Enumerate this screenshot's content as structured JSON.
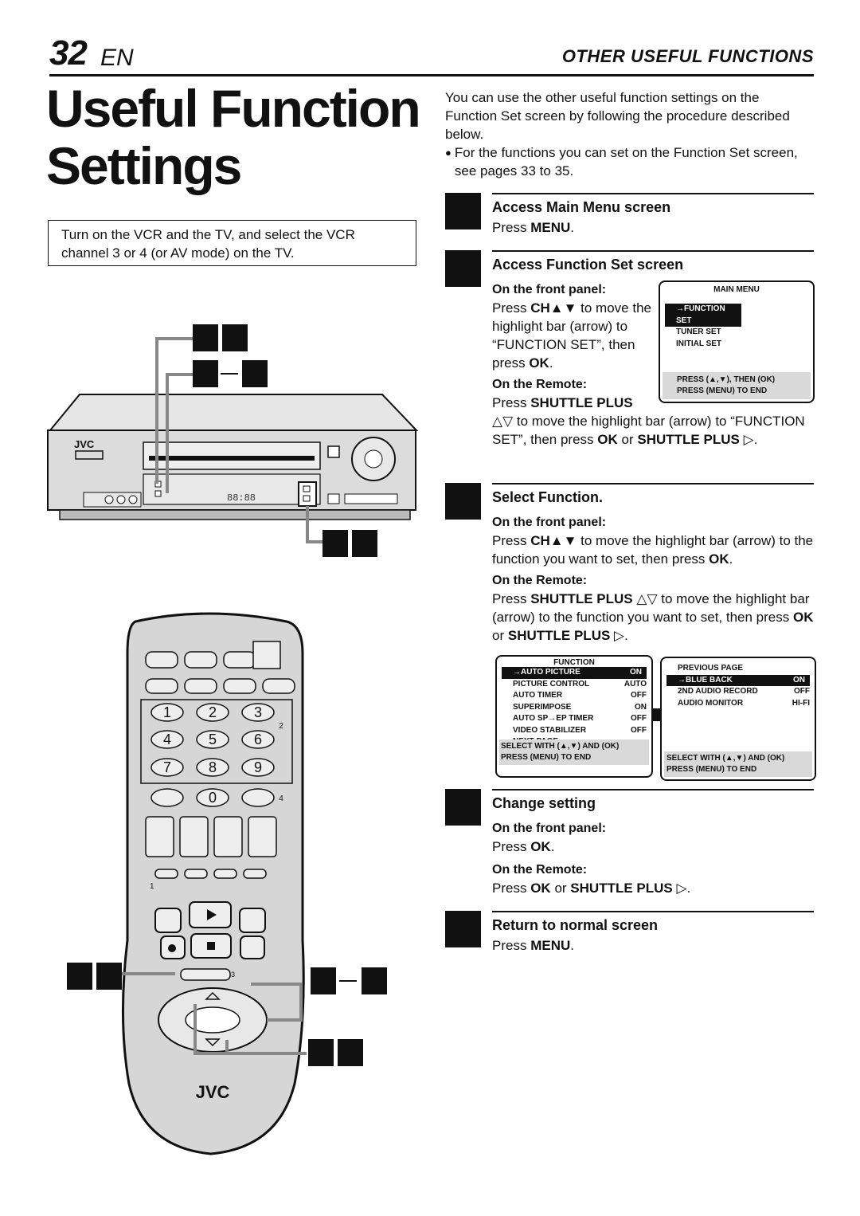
{
  "header": {
    "page_number": "32",
    "lang": "EN",
    "section": "OTHER USEFUL FUNCTIONS"
  },
  "title_line1": "Useful Function",
  "title_line2": "Settings",
  "prerequisite": "Turn on the VCR and the TV, and select the VCR channel 3 or 4 (or AV mode) on the TV.",
  "intro": {
    "text": "You can use the other useful function settings on the Function Set screen by following the procedure described below.",
    "bullet": "For the functions you can set on the Function Set screen, see pages 33 to 35."
  },
  "steps": [
    {
      "title": "Access Main Menu screen",
      "press": "Press",
      "key": "MENU",
      "after": "."
    },
    {
      "title": "Access Function Set screen",
      "front_label": "On the front panel:",
      "front_text1": "Press",
      "front_key1": "CH▲▼",
      "front_text2": "to move the highlight bar (arrow) to “FUNCTION SET”, then press",
      "front_key2": "OK",
      "front_end": ".",
      "remote_label": "On the Remote:",
      "remote_text1": "Press",
      "remote_key1": "SHUTTLE PLUS",
      "remote_text2": "△▽ to move the highlight bar (arrow) to “FUNCTION SET”, then press",
      "remote_key2": "OK",
      "remote_text3": "or",
      "remote_key3": "SHUTTLE PLUS",
      "remote_end": "▷."
    },
    {
      "title": "Select Function.",
      "front_label": "On the front panel:",
      "front_text1": "Press",
      "front_key1": "CH▲▼",
      "front_text2": "to move the highlight bar (arrow) to the function you want to set, then press",
      "front_key2": "OK",
      "front_end": ".",
      "remote_label": "On the Remote:",
      "remote_text1": "Press",
      "remote_key1": "SHUTTLE PLUS",
      "remote_text2": "△▽ to move the highlight bar (arrow) to the function you want to set, then press",
      "remote_key2": "OK",
      "remote_text3": "or",
      "remote_key3": "SHUTTLE PLUS",
      "remote_end": "▷."
    },
    {
      "title": "Change setting",
      "front_label": "On the front panel:",
      "front_text": "Press",
      "front_key": "OK",
      "front_end": ".",
      "remote_label": "On the Remote:",
      "remote_text": "Press",
      "remote_key1": "OK",
      "remote_text2": "or",
      "remote_key2": "SHUTTLE PLUS",
      "remote_end": "▷."
    },
    {
      "title": "Return to normal screen",
      "press": "Press",
      "key": "MENU",
      "after": "."
    }
  ],
  "main_menu_osd": {
    "title": "MAIN MENU",
    "items": [
      "→FUNCTION SET",
      "TUNER SET",
      "INITIAL SET"
    ],
    "foot1": "PRESS (▲,▼), THEN (OK)",
    "foot2": "PRESS (MENU) TO END"
  },
  "function_osd": {
    "title": "FUNCTION",
    "rows": [
      {
        "name": "→AUTO PICTURE",
        "value": "ON"
      },
      {
        "name": "PICTURE CONTROL",
        "value": "AUTO"
      },
      {
        "name": "AUTO TIMER",
        "value": "OFF"
      },
      {
        "name": "SUPERIMPOSE",
        "value": "ON"
      },
      {
        "name": "AUTO SP→EP TIMER",
        "value": "OFF"
      },
      {
        "name": "VIDEO STABILIZER",
        "value": "OFF"
      },
      {
        "name": "NEXT PAGE",
        "value": ""
      }
    ],
    "foot1": "SELECT WITH (▲,▼) AND (OK)",
    "foot2": "PRESS (MENU) TO END"
  },
  "function_osd2": {
    "title": "PREVIOUS PAGE",
    "rows": [
      {
        "name": "→BLUE BACK",
        "value": "ON"
      },
      {
        "name": "2ND AUDIO RECORD",
        "value": "OFF"
      },
      {
        "name": "AUDIO MONITOR",
        "value": "HI-FI"
      }
    ],
    "foot1": "SELECT WITH (▲,▼) AND (OK)",
    "foot2": "PRESS (MENU) TO END"
  },
  "vcr": {
    "brand": "JVC",
    "display": "88:88"
  },
  "remote": {
    "brand": "JVC",
    "digits": [
      "1",
      "2",
      "3",
      "4",
      "5",
      "6",
      "7",
      "8",
      "9",
      "0"
    ],
    "marks": [
      "2",
      "4",
      "1",
      "3"
    ]
  },
  "colors": {
    "ink": "#111111",
    "body_grey": "#d8d8d8",
    "osd_foot": "#d9d9d9"
  }
}
